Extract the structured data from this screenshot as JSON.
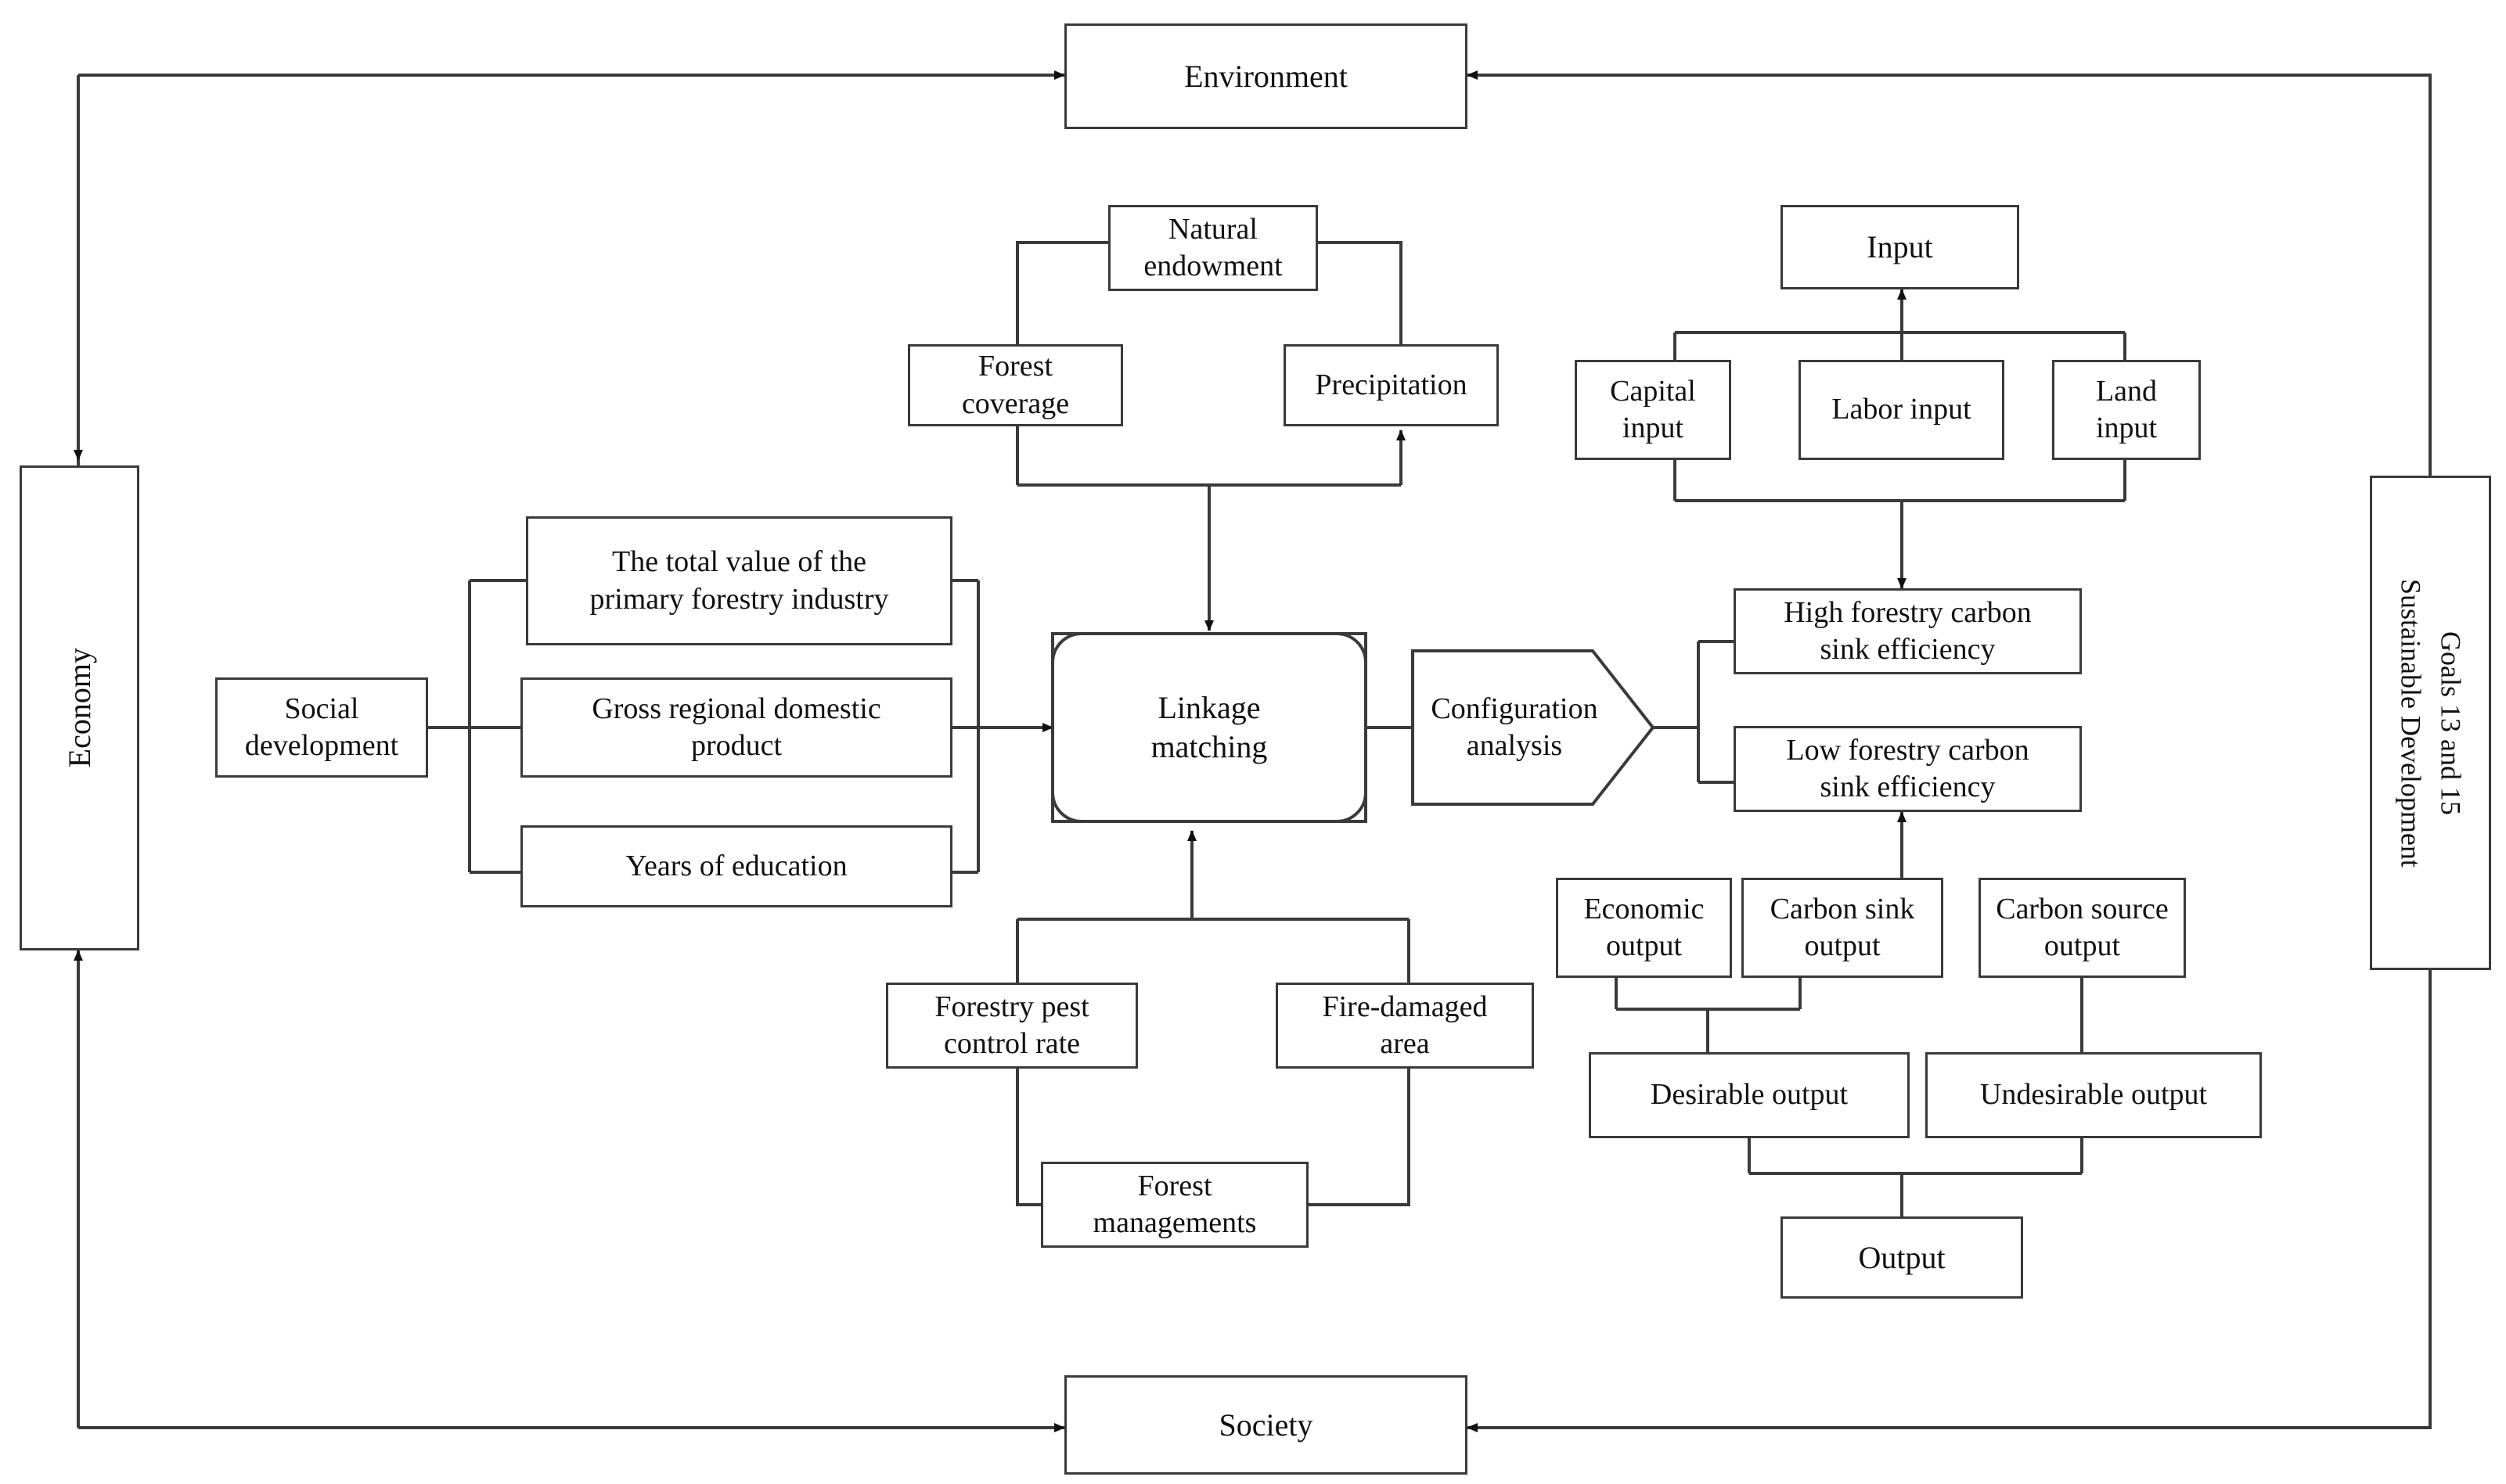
{
  "diagram": {
    "title": "Forestry carbon sink efficiency linkage matching framework",
    "type": "flowchart",
    "line_color": "#3a3a3a",
    "background": "#ffffff"
  },
  "pillars": {
    "environment": "Environment",
    "economy": "Economy",
    "society": "Society",
    "sdg_line1": "Sustainable Development",
    "sdg_line2": "Goals 13 and 15"
  },
  "natural": {
    "parent": "Natural\nendowment",
    "forest_coverage": "Forest\ncoverage",
    "precipitation": "Precipitation"
  },
  "social": {
    "parent": "Social\ndevelopment",
    "items": [
      "The total value of the\nprimary forestry industry",
      "Gross regional domestic\nproduct",
      "Years of education"
    ]
  },
  "management": {
    "parent": "Forest\nmanagements",
    "pest": "Forestry pest\ncontrol rate",
    "fire": "Fire-damaged\narea"
  },
  "core": {
    "linkage": "Linkage\nmatching",
    "configuration": "Configuration\nanalysis",
    "high_eff": "High forestry carbon\nsink efficiency",
    "low_eff": "Low forestry carbon\nsink efficiency"
  },
  "input": {
    "parent": "Input",
    "capital": "Capital\ninput",
    "labor": "Labor input",
    "land": "Land\ninput"
  },
  "output": {
    "parent": "Output",
    "economic": "Economic\noutput",
    "carbon_sink": "Carbon sink\noutput",
    "carbon_source": "Carbon source\noutput",
    "desirable": "Desirable output",
    "undesirable": "Undesirable output"
  }
}
